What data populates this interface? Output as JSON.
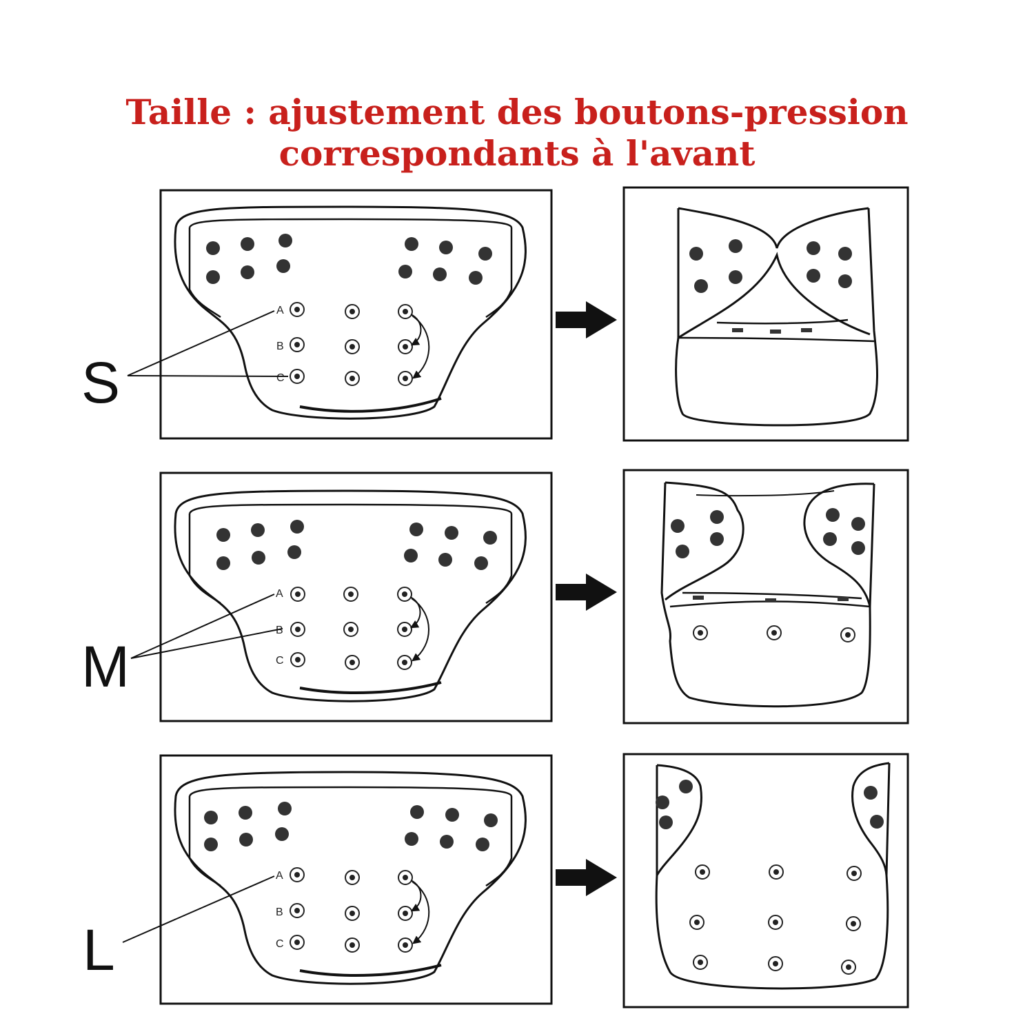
{
  "title": {
    "line1": "Taille : ajustement des boutons-pression",
    "line2": "correspondants à l'avant"
  },
  "colors": {
    "title": "#c8201c",
    "ink": "#111111",
    "background": "#ffffff"
  },
  "rows": [
    {
      "size": "S",
      "snap_labels": [
        "A",
        "B",
        "C"
      ],
      "pointed_snaps": [
        "A",
        "C"
      ]
    },
    {
      "size": "M",
      "snap_labels": [
        "A",
        "B",
        "C"
      ],
      "pointed_snaps": [
        "A",
        "B"
      ]
    },
    {
      "size": "L",
      "snap_labels": [
        "A",
        "B",
        "C"
      ],
      "pointed_snaps": [
        "A"
      ]
    }
  ],
  "icons": {
    "arrow": "right-arrow-icon",
    "dot": "snap-dot-icon",
    "ring": "snap-ring-icon"
  }
}
